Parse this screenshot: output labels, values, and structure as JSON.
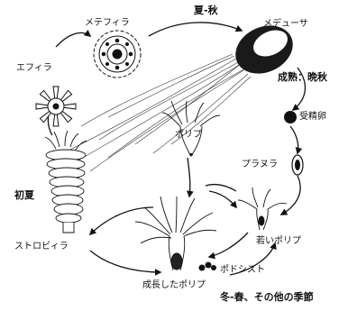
{
  "stages": {
    "ephyra": "エフィラ",
    "metephyra": "メテフィラ",
    "medusa": "メデューサ",
    "fertilized_egg": "受精卵",
    "planula": "プラヌラ",
    "young_polyp": "若いポリプ",
    "polyp": "ポリプ",
    "grown_polyp": "成長したポリプ",
    "podocyst": "ポドシスト",
    "strobila": "ストロビィラ"
  },
  "seasons": {
    "summer_autumn": "夏-秋",
    "maturity": "成熟：晩秋",
    "early_summer": "初夏",
    "winter_spring": "冬-春、その他の季節"
  }
}
